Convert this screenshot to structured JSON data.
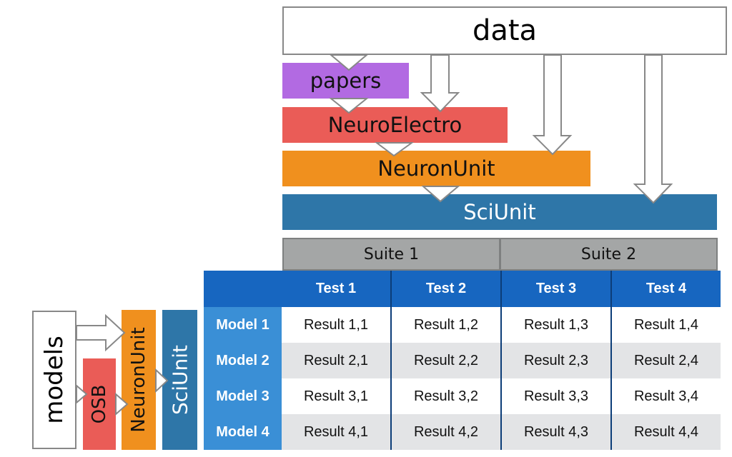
{
  "data_label": "data",
  "layers": {
    "papers": "papers",
    "neuroelectro": "NeuroElectro",
    "neuronunit": "NeuronUnit",
    "sciunit": "SciUnit"
  },
  "suites": [
    "Suite 1",
    "Suite 2"
  ],
  "tests": [
    "Test 1",
    "Test 2",
    "Test 3",
    "Test 4"
  ],
  "models": [
    "Model 1",
    "Model 2",
    "Model 3",
    "Model 4"
  ],
  "results": [
    [
      "Result 1,1",
      "Result 1,2",
      "Result 1,3",
      "Result 1,4"
    ],
    [
      "Result 2,1",
      "Result 2,2",
      "Result 2,3",
      "Result 2,4"
    ],
    [
      "Result 3,1",
      "Result 3,2",
      "Result 3,3",
      "Result 3,4"
    ],
    [
      "Result 4,1",
      "Result 4,2",
      "Result 4,3",
      "Result 4,4"
    ]
  ],
  "left_stack": {
    "models": "models",
    "osb": "OSB",
    "neuronunit": "NeuronUnit",
    "sciunit": "SciUnit"
  },
  "colors": {
    "papers": "#b26ae2",
    "neuroelectro": "#ea5c57",
    "neuronunit": "#f0901e",
    "sciunit": "#2e76a8",
    "suite": "#a4a6a6",
    "test_header": "#1766c0",
    "model_header": "#3a8fd6",
    "row_alt": "#e3e4e6",
    "arrow_stroke": "#888888"
  }
}
